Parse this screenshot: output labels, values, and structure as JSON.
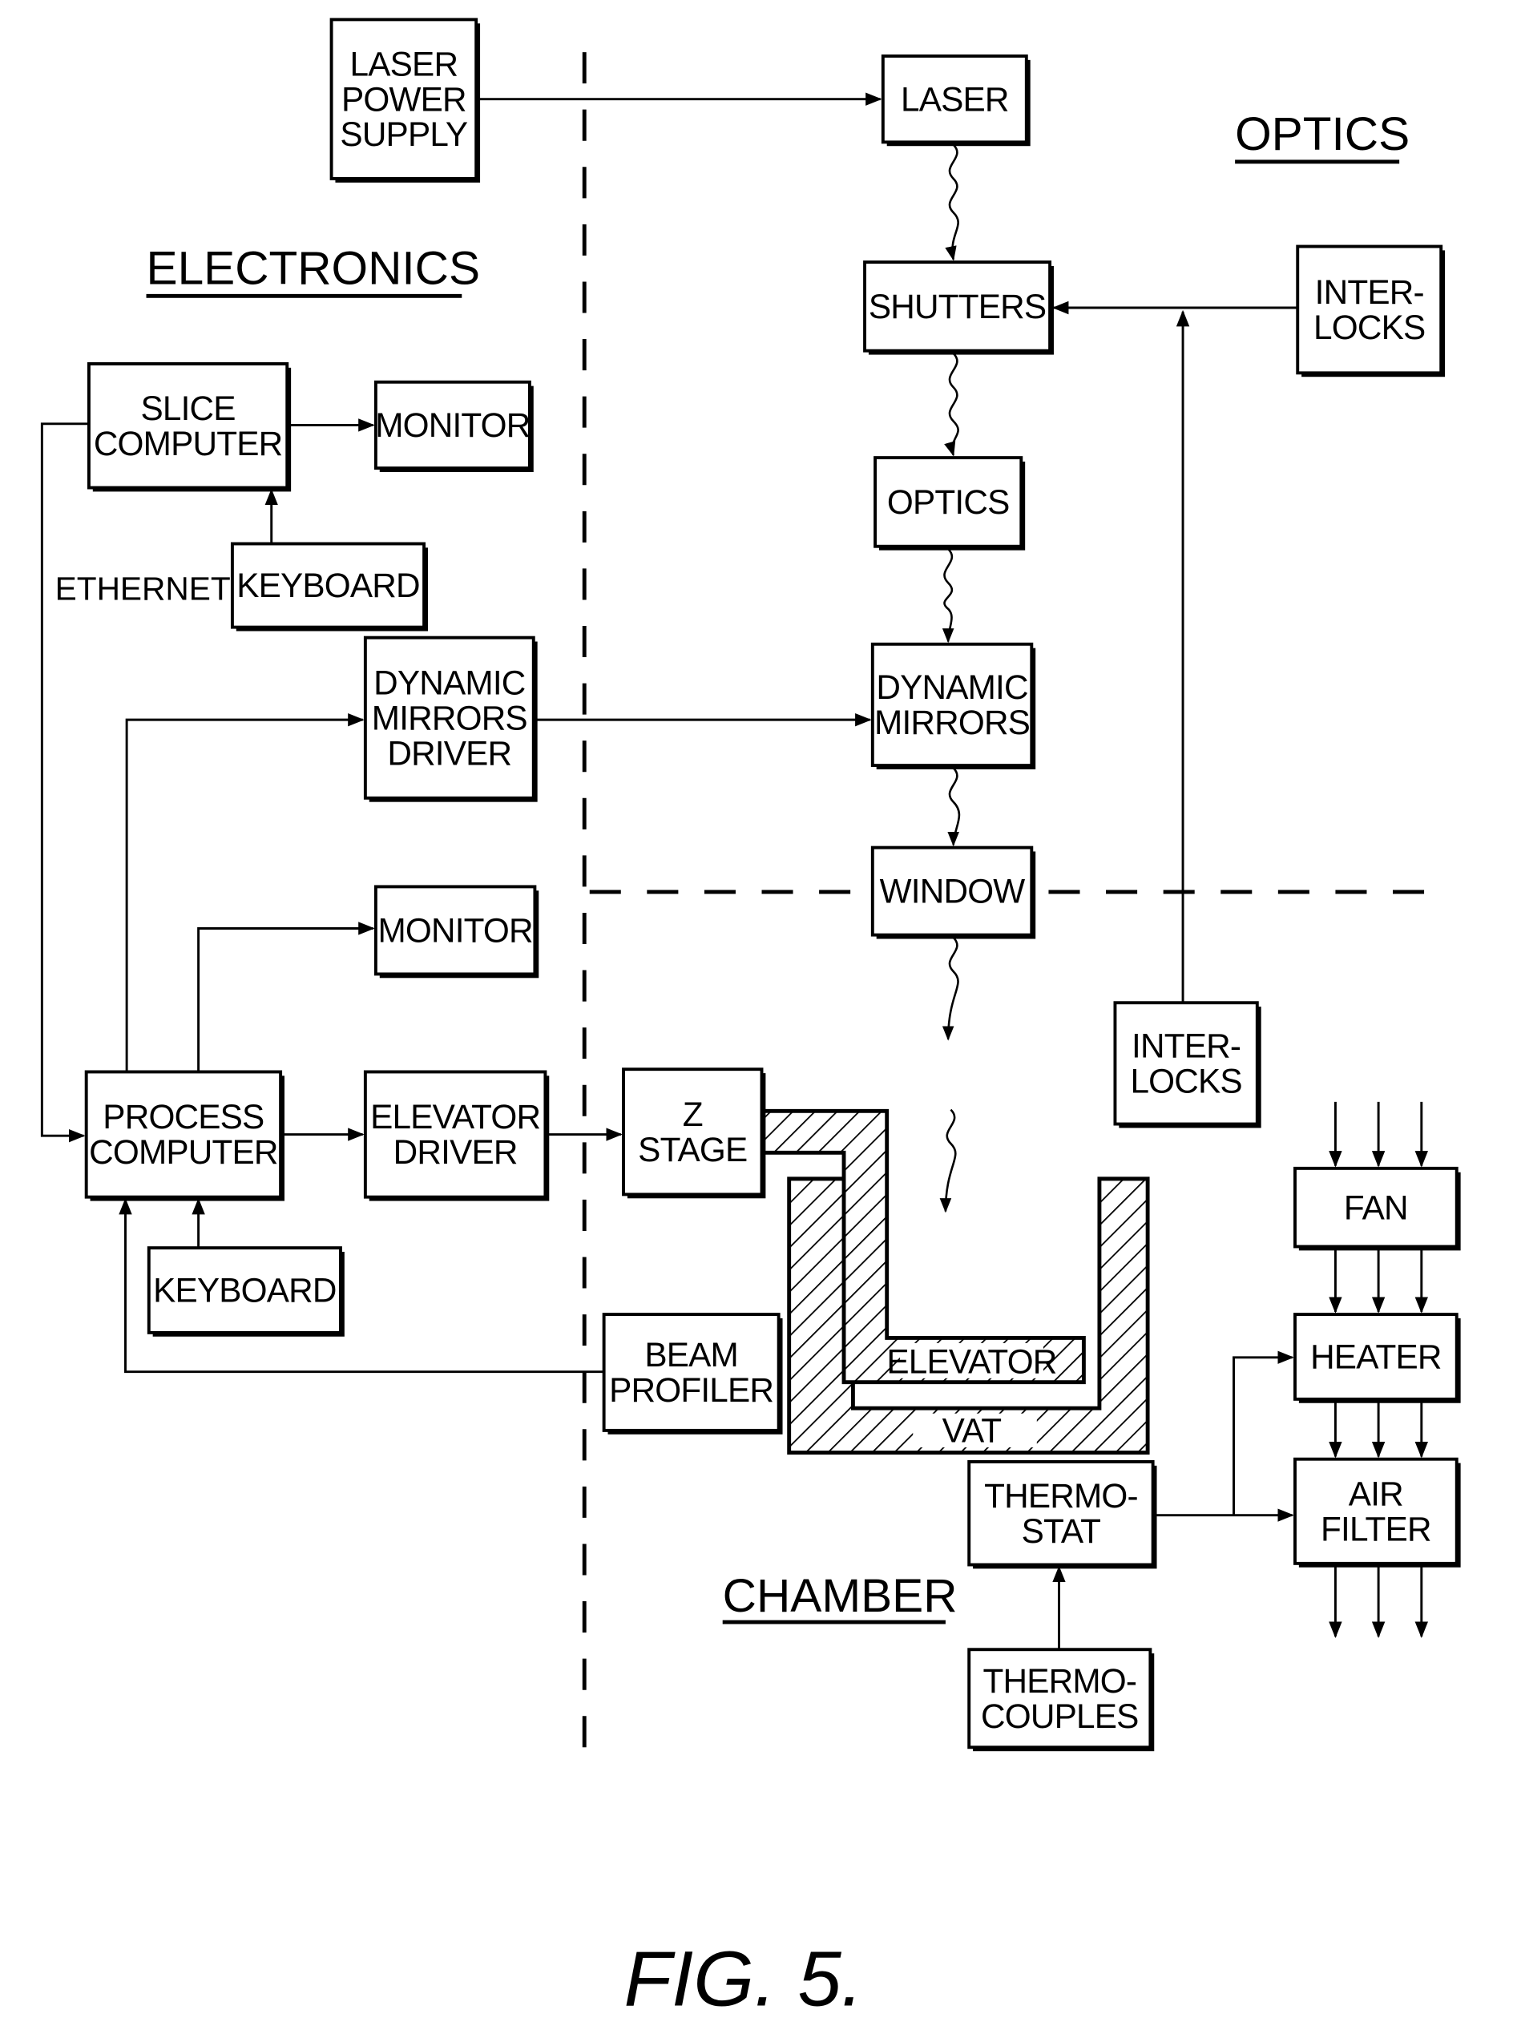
{
  "figure": {
    "caption": "FIG. 5.",
    "regions": {
      "electronics": "ELECTRONICS",
      "optics": "OPTICS",
      "chamber": "CHAMBER"
    },
    "labels": {
      "ethernet": "ETHERNET"
    },
    "blocks": {
      "laser_power_supply": [
        "LASER",
        "POWER",
        "SUPPLY"
      ],
      "laser": [
        "LASER"
      ],
      "shutters": [
        "SHUTTERS"
      ],
      "interlocks_top": [
        "INTER-",
        "LOCKS"
      ],
      "optics": [
        "OPTICS"
      ],
      "dynamic_mirrors": [
        "DYNAMIC",
        "MIRRORS"
      ],
      "window": [
        "WINDOW"
      ],
      "slice_computer": [
        "SLICE",
        "COMPUTER"
      ],
      "monitor_slice": [
        "MONITOR"
      ],
      "keyboard_slice": [
        "KEYBOARD"
      ],
      "dynamic_mirrors_driver": [
        "DYNAMIC",
        "MIRRORS",
        "DRIVER"
      ],
      "monitor_process": [
        "MONITOR"
      ],
      "process_computer": [
        "PROCESS",
        "COMPUTER"
      ],
      "elevator_driver": [
        "ELEVATOR",
        "DRIVER"
      ],
      "z_stage": [
        "Z",
        "STAGE"
      ],
      "keyboard_process": [
        "KEYBOARD"
      ],
      "beam_profiler": [
        "BEAM",
        "PROFILER"
      ],
      "interlocks_bottom": [
        "INTER-",
        "LOCKS"
      ],
      "fan": [
        "FAN"
      ],
      "heater": [
        "HEATER"
      ],
      "air_filter": [
        "AIR",
        "FILTER"
      ],
      "thermostat": [
        "THERMO-",
        "STAT"
      ],
      "thermocouples": [
        "THERMO-",
        "COUPLES"
      ],
      "elevator": [
        "ELEVATOR"
      ],
      "vat": [
        "VAT"
      ]
    },
    "connections": [
      {
        "from": "laser_power_supply",
        "to": "laser",
        "type": "wire"
      },
      {
        "from": "laser",
        "to": "shutters",
        "type": "beam"
      },
      {
        "from": "shutters",
        "to": "optics",
        "type": "beam"
      },
      {
        "from": "optics",
        "to": "dynamic_mirrors",
        "type": "beam"
      },
      {
        "from": "dynamic_mirrors",
        "to": "window",
        "type": "beam"
      },
      {
        "from": "window",
        "to": "vat",
        "type": "beam"
      },
      {
        "from": "interlocks_top",
        "to": "shutters",
        "type": "wire"
      },
      {
        "from": "interlocks_bottom",
        "to": "shutters",
        "type": "wire"
      },
      {
        "from": "slice_computer",
        "to": "monitor_slice",
        "type": "wire"
      },
      {
        "from": "keyboard_slice",
        "to": "slice_computer",
        "type": "wire"
      },
      {
        "from": "slice_computer",
        "to": "process_computer",
        "type": "ethernet"
      },
      {
        "from": "process_computer",
        "to": "dynamic_mirrors_driver",
        "type": "wire"
      },
      {
        "from": "dynamic_mirrors_driver",
        "to": "dynamic_mirrors",
        "type": "wire"
      },
      {
        "from": "process_computer",
        "to": "monitor_process",
        "type": "wire"
      },
      {
        "from": "process_computer",
        "to": "elevator_driver",
        "type": "wire"
      },
      {
        "from": "elevator_driver",
        "to": "z_stage",
        "type": "wire"
      },
      {
        "from": "keyboard_process",
        "to": "process_computer",
        "type": "wire"
      },
      {
        "from": "beam_profiler",
        "to": "process_computer",
        "type": "wire"
      },
      {
        "from": "thermocouples",
        "to": "thermostat",
        "type": "wire"
      },
      {
        "from": "thermostat",
        "to": "heater",
        "type": "wire"
      },
      {
        "from": "thermostat",
        "to": "air_filter",
        "type": "wire"
      },
      {
        "from": "fan",
        "to": "heater",
        "type": "airflow"
      },
      {
        "from": "heater",
        "to": "air_filter",
        "type": "airflow"
      }
    ]
  }
}
